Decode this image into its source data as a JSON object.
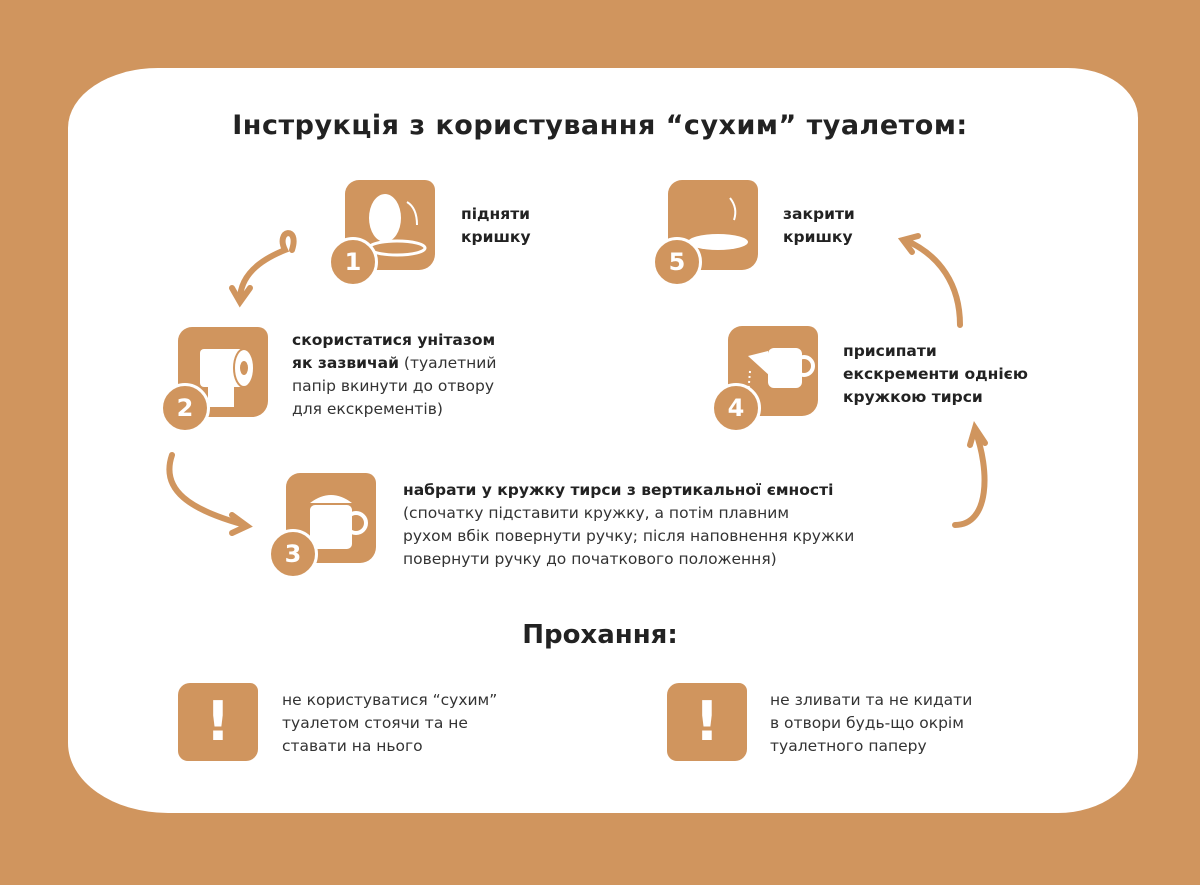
{
  "title": "Інструкція з користування “сухим” туалетом:",
  "steps": [
    {
      "number": "1",
      "icon": "toilet-lid-open-icon",
      "bold": "підняти кришку",
      "lines": [
        "підняти",
        "кришку"
      ],
      "normal": ""
    },
    {
      "number": "2",
      "icon": "toilet-paper-icon",
      "bold_lines": [
        "скористатися унітазом",
        "як зазвичай"
      ],
      "normal_lines": [
        " (туалетний",
        "папір вкинути до отвору",
        "для екскрементів)"
      ]
    },
    {
      "number": "3",
      "icon": "mug-sawdust-icon",
      "bold": "набрати у кружку тирси з вертикальної ємності",
      "normal_lines": [
        "(спочатку підставити кружку, а потім плавним",
        "рухом вбік повернути ручку; після наповнення кружки",
        "повернути ручку до початкового положення)"
      ]
    },
    {
      "number": "4",
      "icon": "pour-mug-icon",
      "lines": [
        "присипати",
        "екскременти однією",
        "кружкою тирси"
      ]
    },
    {
      "number": "5",
      "icon": "toilet-lid-close-icon",
      "lines": [
        "закрити",
        "кришку"
      ]
    }
  ],
  "requests_title": "Прохання:",
  "requests": [
    {
      "icon": "exclamation-icon",
      "mark": "!",
      "lines": [
        "не користуватися “сухим”",
        "туалетом стоячи та не",
        "ставати на нього"
      ]
    },
    {
      "icon": "exclamation-icon",
      "mark": "!",
      "lines": [
        "не зливати та не кидати",
        "в отвори будь-що окрім",
        "туалетного паперу"
      ]
    }
  ],
  "colors": {
    "accent": "#D0955E",
    "text": "#222222",
    "card": "#FFFFFF"
  }
}
